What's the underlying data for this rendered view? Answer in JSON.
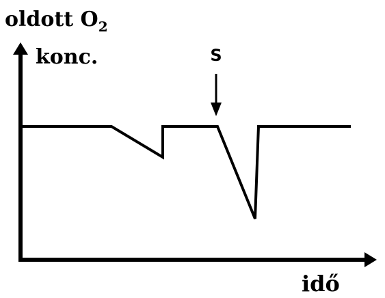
{
  "chart_data": {
    "type": "line",
    "ylabel_main": "oldott O",
    "ylabel_subscript": "2",
    "ylabel_line2": "konc.",
    "xlabel": "idő",
    "annotation": {
      "text": "S",
      "x": 316
    },
    "axis": {
      "x_range": [
        0,
        560
      ],
      "y_range": [
        0,
        320
      ],
      "grid": false,
      "ticks": false,
      "legend": "none"
    },
    "series": [
      {
        "points": [
          [
            0,
            200
          ],
          [
            130,
            200
          ],
          [
            205,
            155
          ],
          [
            205,
            200
          ],
          [
            285,
            200
          ],
          [
            340,
            65
          ],
          [
            345,
            200
          ],
          [
            480,
            200
          ]
        ]
      }
    ],
    "colors": {
      "line": "#000000",
      "background": "#ffffff"
    }
  }
}
